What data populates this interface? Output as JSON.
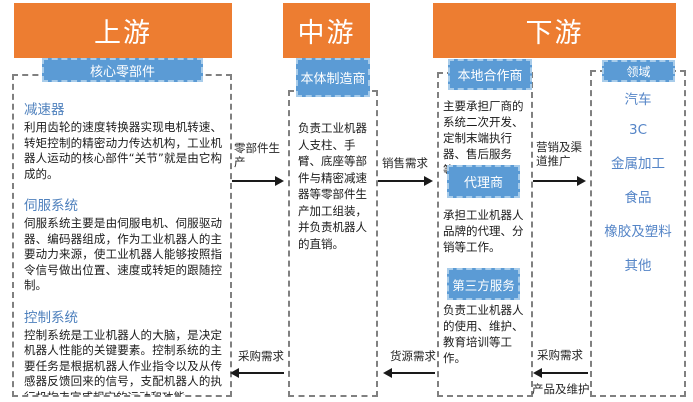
{
  "diagram": {
    "upstream": {
      "header": "上游",
      "tag": "核心零部件",
      "sections": [
        {
          "title": "减速器",
          "body": "利用齿轮的速度转换器实现电机转速、转矩控制的精密动力传达机构，工业机器人运动的核心部件“关节”就是由它构成的。"
        },
        {
          "title": "伺服系统",
          "body": "伺服系统主要是由伺服电机、伺服驱动器、编码器组成，作为工业机器人的主要动力来源，使工业机器人能够按照指令信号做出位置、速度或转矩的跟随控制。"
        },
        {
          "title": "控制系统",
          "body": "控制系统是工业机器人的大脑，是决定机器人性能的关键要素。控制系统的主要任务是根据机器人作业指令以及从传感器反馈回来的信号，支配机器人的执行机构去完成规定的运动和功能。"
        }
      ]
    },
    "midstream": {
      "header": "中游",
      "tag": "本体制造商",
      "body": "负责工业机器人支柱、手臂、底座等部件与精密减速器等零部件生产加工组装，并负责机器人的直销。"
    },
    "downstream": {
      "header": "下游",
      "partner": {
        "tag": "本地合作商",
        "body": "主要承担厂商的系统二次开发、定制末端执行器、售后服务等。"
      },
      "agent": {
        "tag": "代理商",
        "body": "承担工业机器人品牌的代理、分销等工作。"
      },
      "third_party": {
        "tag": "第三方服务",
        "body": "负责工业机器人的使用、维护、教育培训等工作。"
      }
    },
    "domains": {
      "tag": "领域",
      "items": [
        "汽车",
        "3C",
        "金属加工",
        "食品",
        "橡胶及塑料",
        "其他"
      ]
    },
    "flows": {
      "parts_production": "零部件生产",
      "sales_demand": "销售需求",
      "marketing": "营销及渠道推广",
      "purchase_demand_left": "采购需求",
      "supply_demand": "货源需求",
      "purchase_demand_right": "采购需求",
      "product_maintenance": "产品及维护"
    },
    "colors": {
      "header_orange": "#ED7D31",
      "tag_blue": "#5B9BD5",
      "heading_blue": "#4F81BD",
      "border_gray": "#808080"
    }
  }
}
